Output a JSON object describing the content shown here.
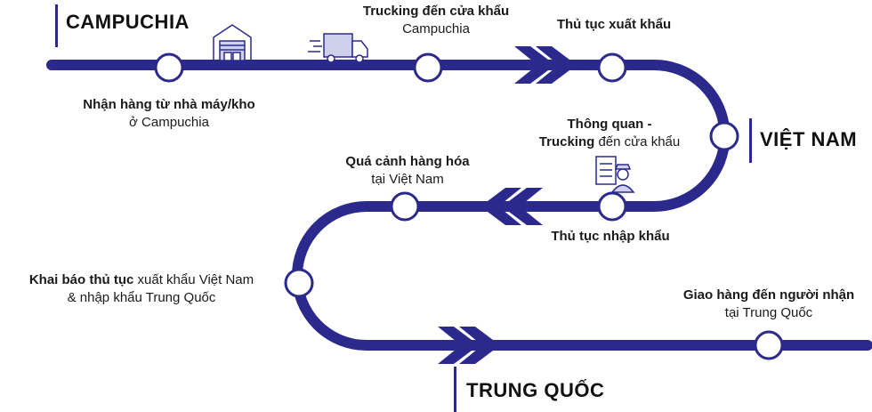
{
  "colors": {
    "route": "#2b2a8c",
    "node_fill": "#ffffff",
    "text": "#1a1a1a"
  },
  "regions": {
    "campuchia": "CAMPUCHIA",
    "vietnam": "VIỆT NAM",
    "trung_quoc": "TRUNG QUỐC"
  },
  "steps": {
    "s1": {
      "bold": "Nhận hàng từ nhà máy/kho",
      "line2": "ở Campuchia"
    },
    "s2": {
      "bold": "Trucking đến cửa khẩu",
      "line2": "Campuchia"
    },
    "s3": {
      "bold": "Thủ tục xuất khẩu"
    },
    "s4": {
      "bold_a": "Thông quan -",
      "bold_b": "Trucking",
      "rest_b": " đến cửa khẩu"
    },
    "s5": {
      "bold": "Thủ tục nhập khẩu"
    },
    "s6": {
      "bold": "Quá cảnh hàng hóa",
      "line2": "tại Việt Nam"
    },
    "s7": {
      "bold": "Khai báo thủ tục",
      "rest": " xuất khẩu Việt Nam",
      "line2": "& nhập khẩu Trung Quốc"
    },
    "s8": {
      "bold": "Giao hàng đến người nhận",
      "line2": "tại Trung Quốc"
    }
  },
  "icons": [
    "warehouse-icon",
    "truck-icon",
    "customs-officer-icon"
  ]
}
